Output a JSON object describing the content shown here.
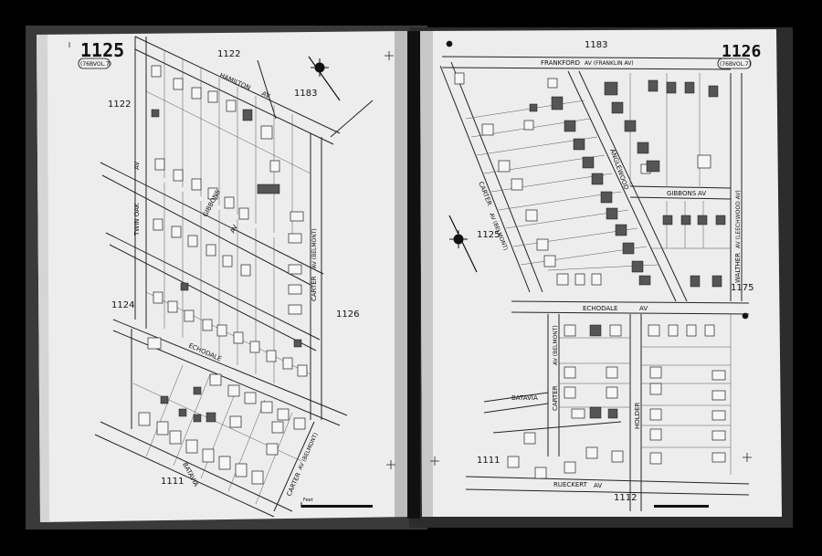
{
  "left_page": {
    "sheet_number": "1125",
    "volume": "(76BVOL.7)",
    "block_numbers": [
      "1122",
      "1183",
      "1122",
      "1124",
      "1126",
      "1111"
    ],
    "streets": [
      "HAMILTON",
      "AV",
      "TWIN OAK",
      "AV",
      "GIBBONS",
      "AV",
      "CARTER",
      "AV (BELMONT)",
      "ECHODALE",
      "BATAVIA",
      "CARTER",
      "AV (BELMONT)"
    ],
    "scale_caption": "Feet"
  },
  "right_page": {
    "sheet_number": "1126",
    "volume": "(76BVOL.7)",
    "block_numbers": [
      "1183",
      "1125",
      "1175",
      "1111",
      "1112"
    ],
    "streets": [
      "FRANKFORD",
      "AV (FRANKLIN AV)",
      "CARTER",
      "AV (BELMONT)",
      "ANGLEWOOD",
      "GIBBONS",
      "AV",
      "WALTHER",
      "AV (LEECHWOOD AV)",
      "ECHODALE",
      "AV",
      "CARTER",
      "AV (BELMONT)",
      "HOLDER",
      "BATAVIA",
      "RUECKERT",
      "AV"
    ]
  },
  "colors": {
    "paper": "#eeeeee",
    "ink": "#141414",
    "background": "#000000",
    "shadow": "#777777"
  }
}
